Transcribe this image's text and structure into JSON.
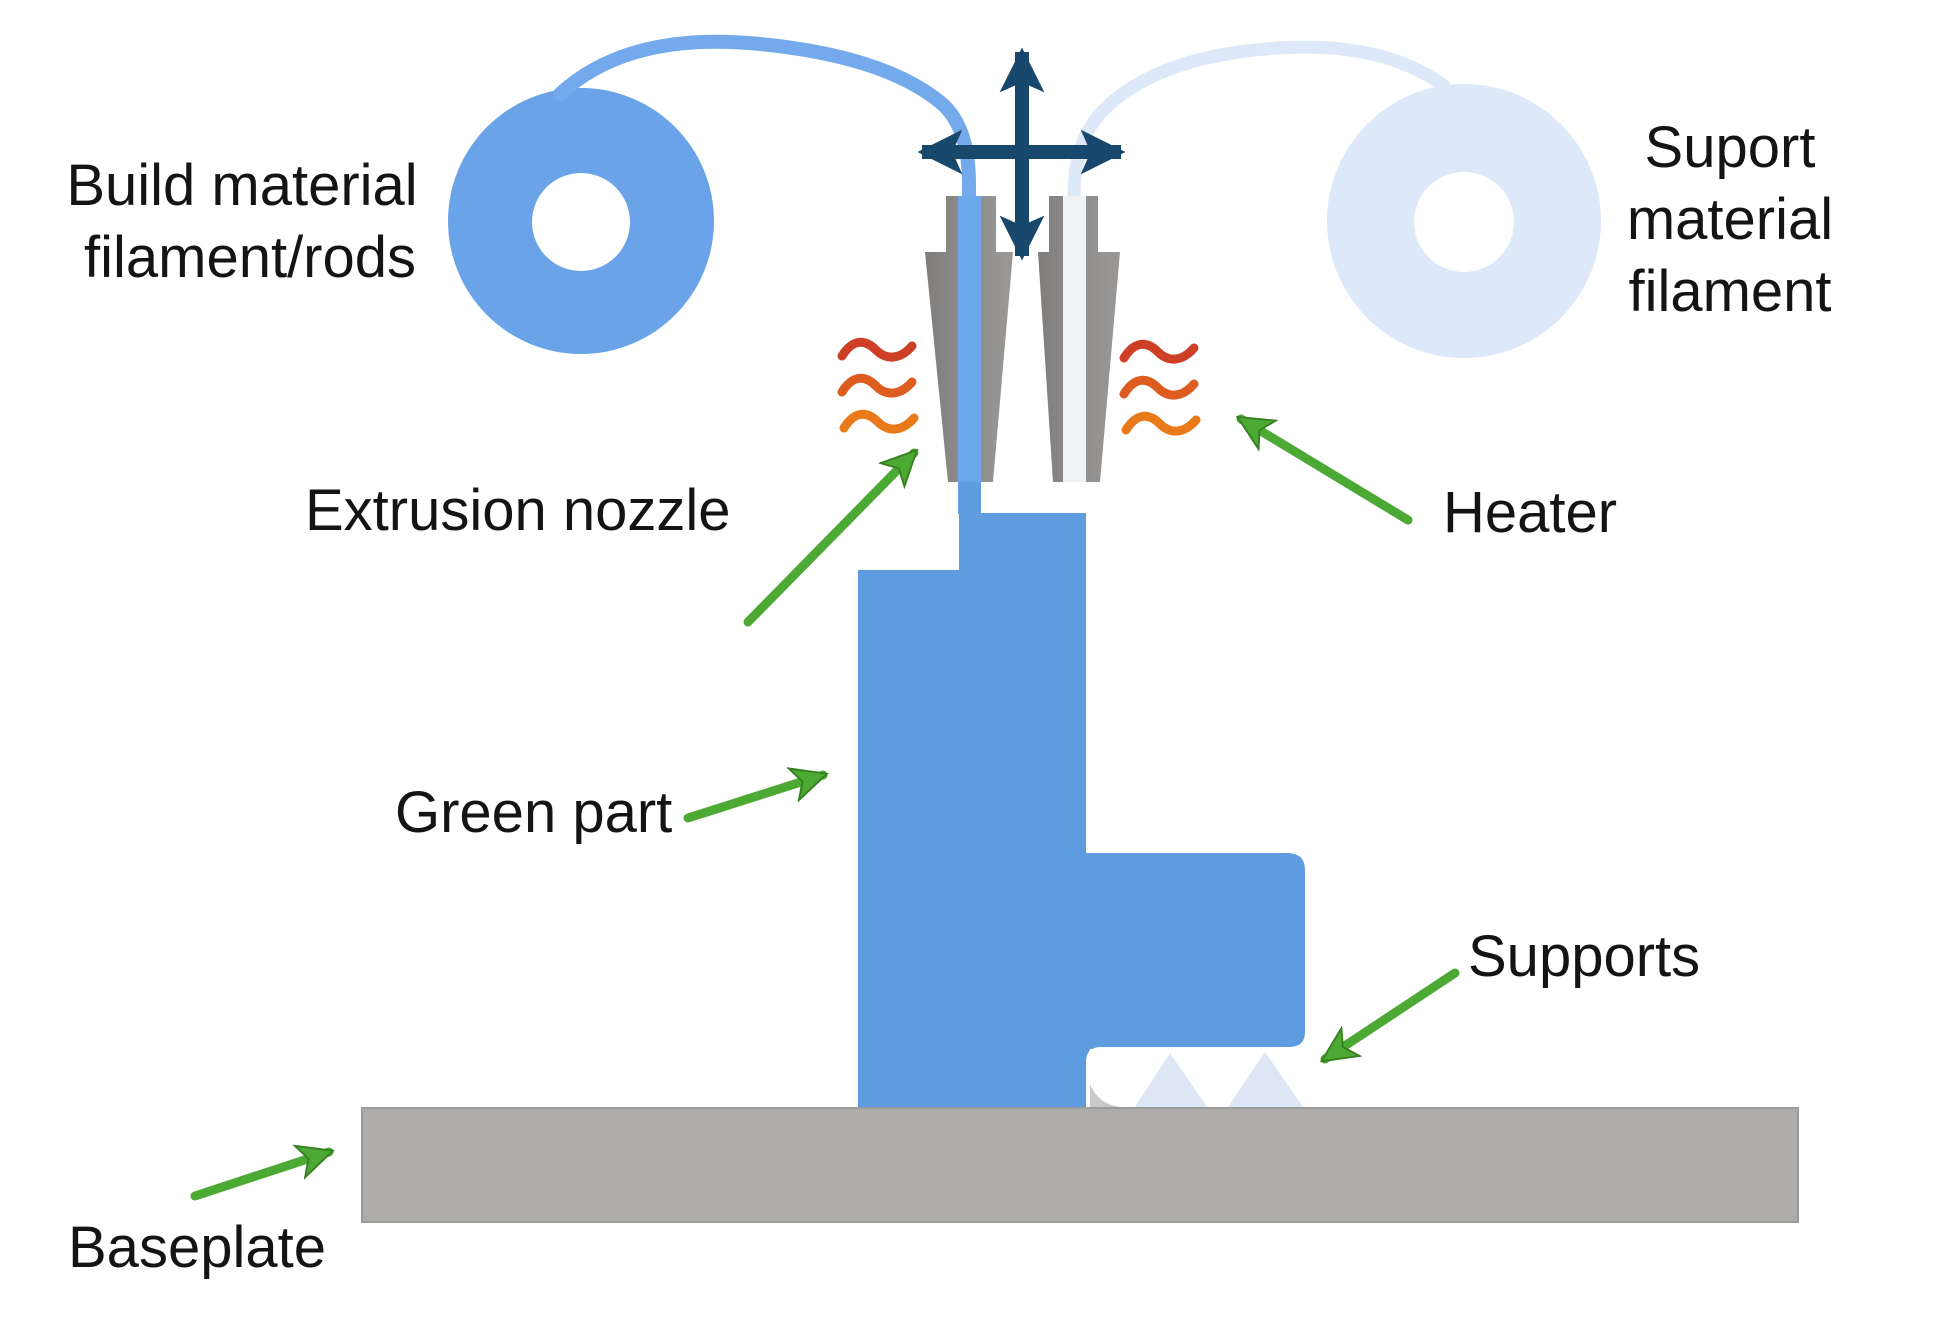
{
  "labels": {
    "build_material": {
      "lines": [
        "Build material",
        "filament/rods"
      ]
    },
    "support_material": {
      "lines": [
        "Suport",
        "material",
        "filament"
      ]
    },
    "extrusion_nozzle": "Extrusion nozzle",
    "heater": "Heater",
    "green_part": "Green part",
    "supports": "Supports",
    "baseplate": "Baseplate"
  },
  "colors": {
    "build_spool_blue": "#6aa3e8",
    "build_strand_blue": "#74aaec",
    "support_spool_blue": "#dde8f8",
    "support_strand_blue": "#dde8f8",
    "part_blue": "#5f9cdf",
    "nozzle_stripe_blue": "#6ca8ec",
    "nozzle_stripe_white": "#eef1f6",
    "nozzle_gray": "#8c8a88",
    "baseplate_gray": "#adacaa",
    "support_triangle_blue": "#dde6f5",
    "support_wedge_gray": "#c9c9c9",
    "motion_arrow_navy": "#18486c",
    "pointer_green": "#4ca934",
    "heat_red": "#ce4026",
    "heat_mid": "#dd5c20",
    "heat_orange": "#e87a1a",
    "label_color": "#141414"
  }
}
